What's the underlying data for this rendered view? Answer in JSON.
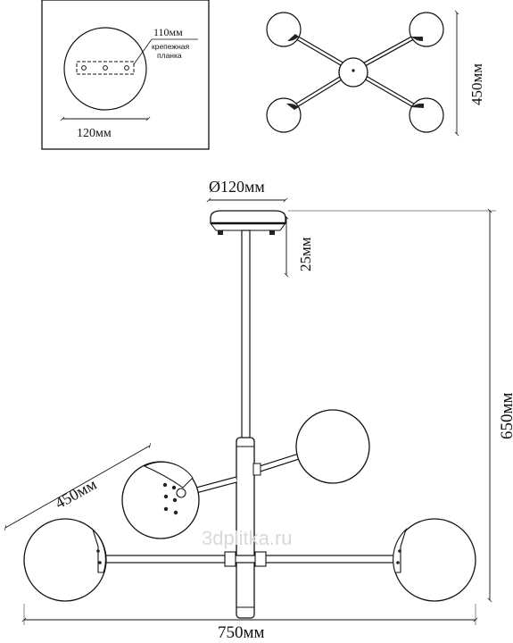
{
  "inset_mount": {
    "dim_width": "120мм",
    "dim_plate": "110мм",
    "plate_note_line1": "крепежная",
    "plate_note_line2": "планка"
  },
  "inset_top_view": {
    "dim_span": "450мм"
  },
  "main_view": {
    "dim_canopy": "Ø120мм",
    "dim_canopy_height": "25мм",
    "dim_total_height": "650мм",
    "dim_arm": "450мм",
    "dim_total_width": "750мм"
  },
  "watermark": "3dplitka.ru"
}
